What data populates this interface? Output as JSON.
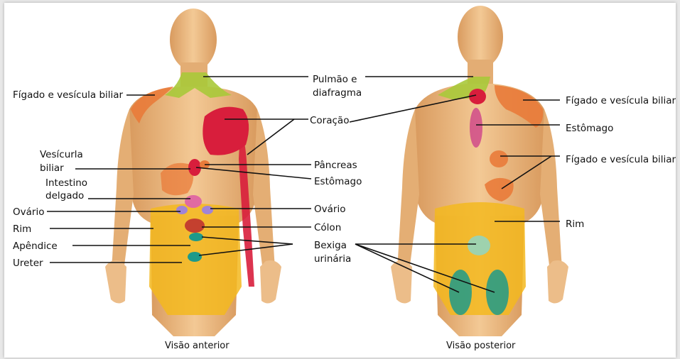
{
  "anterior": {
    "caption": "Visão anterior",
    "labels": {
      "figado": "Fígado e vesícula biliar",
      "pulmao_1": "Pulmão e",
      "pulmao_2": "diafragma",
      "coracao": "Coração",
      "vesicula_1": "Vesícurla",
      "vesicula_2": "biliar",
      "pancreas": "Pâncreas",
      "estomago": "Estômago",
      "intestino_1": "Intestino",
      "intestino_2": "delgado",
      "ovario_left": "Ovário",
      "ovario_right": "Ovário",
      "rim": "Rim",
      "colon": "Cólon",
      "apendice": "Apêndice",
      "bexiga_1": "Bexiga",
      "bexiga_2": "urinária",
      "ureter": "Ureter"
    }
  },
  "posterior": {
    "caption": "Visão posterior",
    "labels": {
      "figado_top": "Fígado e vesícula biliar",
      "estomago": "Estômago",
      "figado_mid": "Fígado e vesícula biliar",
      "rim": "Rim"
    }
  },
  "colors": {
    "skin": "#efc28e",
    "skin_shadow": "#d9a36a",
    "liver_zone": "#e97b3a",
    "lung_zone": "#a9c93a",
    "heart_zone": "#d81e3c",
    "stomach_zone": "#d04a8a",
    "kidney_zone": "#f3b91f",
    "bladder_zone": "#1e9a8a",
    "ovary_zone": "#a084d6"
  }
}
